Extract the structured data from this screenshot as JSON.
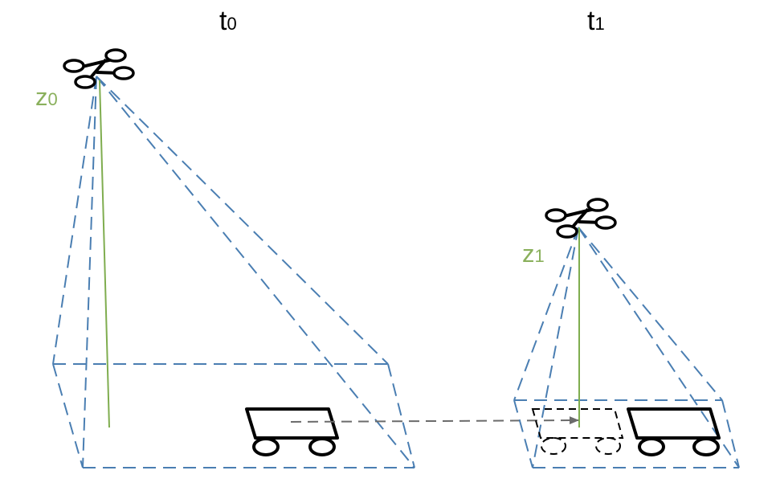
{
  "labels": {
    "t0": {
      "base": "t",
      "sub": "0"
    },
    "t1": {
      "base": "t",
      "sub": "1"
    },
    "z0": {
      "base": "z",
      "sub": "0"
    },
    "z1": {
      "base": "z",
      "sub": "1"
    }
  },
  "colors": {
    "fov_lines": "#4a7eb2",
    "height_line": "#7fad4f",
    "height_label": "#8ab05c",
    "vehicle": "#000000",
    "drone": "#000000",
    "motion_arrow": "#6b6b6b"
  },
  "icons": {
    "drone": "quadcopter-icon",
    "vehicle": "ground-vehicle-icon"
  }
}
